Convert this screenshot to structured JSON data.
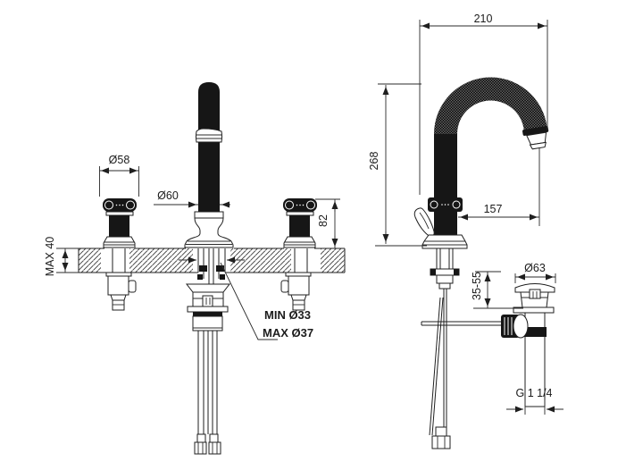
{
  "colors": {
    "line": "#1f1f1f",
    "background": "#ffffff",
    "solid_fill": "#161616"
  },
  "front_view": {
    "handle_diameter": "Ø58",
    "spout_column_diameter": "Ø60",
    "counter_thickness_max": "MAX 40",
    "handle_height_above_deck": "82",
    "mounting_hole_min": "MIN Ø33",
    "mounting_hole_max": "MAX Ø37"
  },
  "side_view": {
    "spout_reach": "210",
    "total_height": "268",
    "outlet_projection": "157"
  },
  "drain_view": {
    "flange_diameter": "Ø63",
    "deck_thickness_range": "35-55",
    "thread_size": "G 1 1/4"
  }
}
